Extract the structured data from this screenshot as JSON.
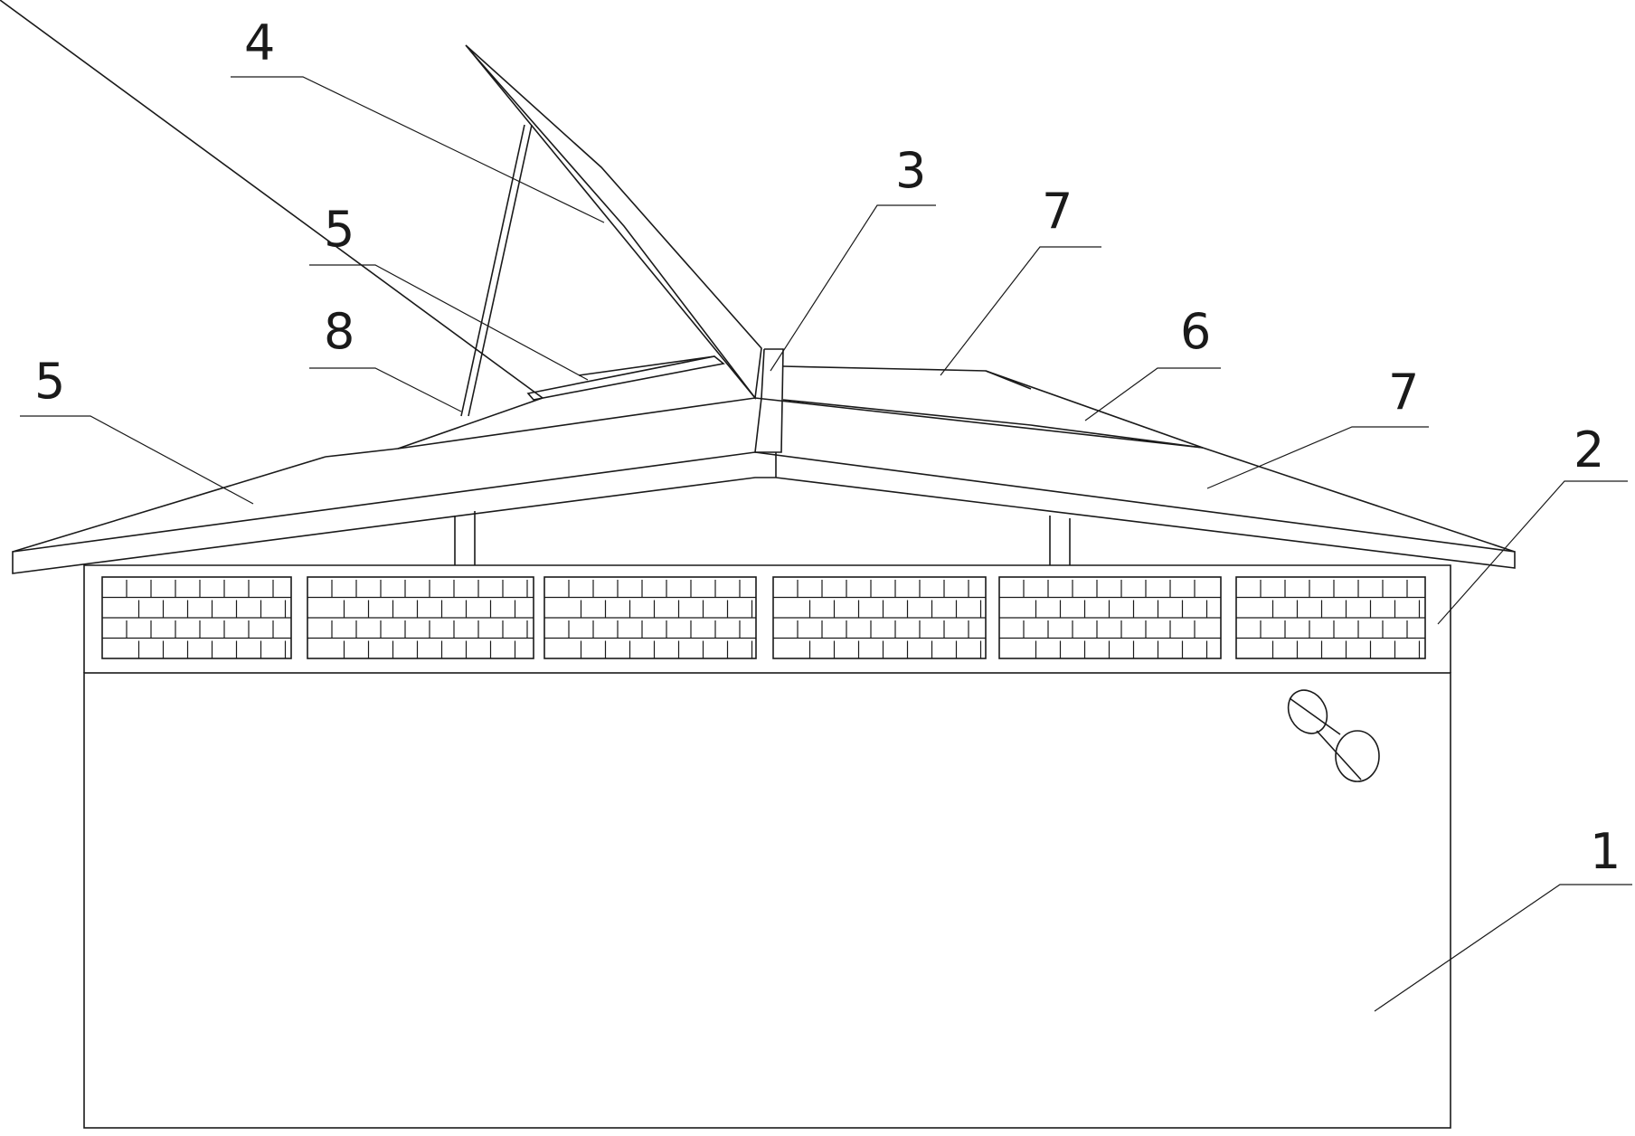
{
  "figure": {
    "callouts": [
      {
        "id": "label-1",
        "text": "1"
      },
      {
        "id": "label-2",
        "text": "2"
      },
      {
        "id": "label-3",
        "text": "3"
      },
      {
        "id": "label-4",
        "text": "4"
      },
      {
        "id": "label-5a",
        "text": "5"
      },
      {
        "id": "label-5b",
        "text": "5"
      },
      {
        "id": "label-6",
        "text": "6"
      },
      {
        "id": "label-7a",
        "text": "7"
      },
      {
        "id": "label-7b",
        "text": "7"
      },
      {
        "id": "label-8",
        "text": "8"
      }
    ],
    "vent_panel_count": 6,
    "colors": {
      "line": "#1a1a1a",
      "background": "#ffffff"
    }
  }
}
